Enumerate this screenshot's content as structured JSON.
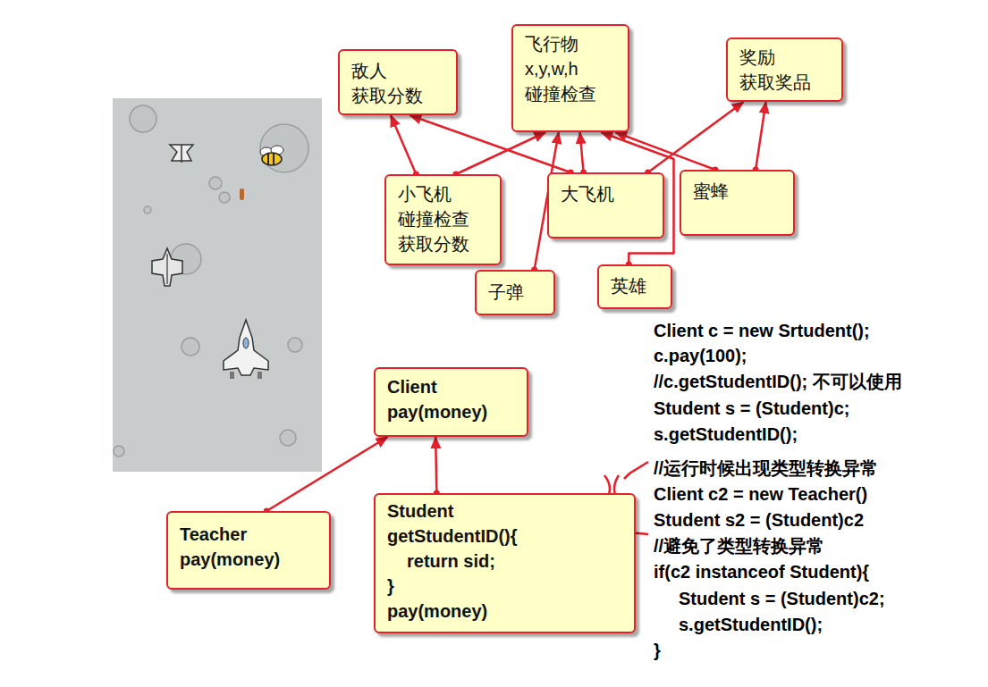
{
  "diagram": {
    "nodes": [
      {
        "text": [
          "敌人",
          "获取分数"
        ]
      },
      {
        "text": [
          "飞行物",
          "x,y,w,h",
          "碰撞检查"
        ]
      },
      {
        "text": [
          "奖励",
          "获取奖品"
        ]
      },
      {
        "text": [
          "小飞机",
          "碰撞检查",
          "获取分数"
        ]
      },
      {
        "text": [
          "大飞机"
        ]
      },
      {
        "text": [
          "蜜蜂"
        ]
      },
      {
        "text": [
          "子弹"
        ]
      },
      {
        "text": [
          "英雄"
        ]
      },
      {
        "text": [
          "Client",
          "pay(money)"
        ]
      },
      {
        "text": [
          "Teacher",
          "pay(money)"
        ]
      },
      {
        "text": [
          "Student",
          "getStudentID(){",
          "return sid;",
          "}",
          "pay(money)"
        ]
      }
    ],
    "edges": [
      {
        "from": 3,
        "to": 0,
        "arrow": "to"
      },
      {
        "from": 3,
        "to": 1,
        "arrow": "to"
      },
      {
        "from": 4,
        "to": 0,
        "arrow": "to"
      },
      {
        "from": 4,
        "to": 1,
        "arrow": "to"
      },
      {
        "from": 4,
        "to": 2,
        "arrow": "to"
      },
      {
        "from": 5,
        "to": 1,
        "arrow": "to"
      },
      {
        "from": 5,
        "to": 2,
        "arrow": "to"
      },
      {
        "from": 6,
        "to": 1,
        "arrow": "to"
      },
      {
        "from": 7,
        "to": 1,
        "arrow": "to"
      },
      {
        "from": 10,
        "to": 8,
        "arrow": "to"
      },
      {
        "from": 9,
        "to": 8,
        "arrow": "to"
      }
    ],
    "labels": [
      "Client c = new Srtudent();",
      "c.pay(100);",
      "//c.getStudentID(); 不可以使用",
      "Student s = (Student)c;",
      "s.getStudentID();",
      "//运行时候出现类型转换异常",
      "Client c2 = new Teacher()",
      "Student s2 = (Student)c2",
      "//避免了类型转换异常",
      "if(c2 instanceof Student){",
      "Student s = (Student)c2;",
      "s.getStudentID();",
      "}"
    ]
  }
}
